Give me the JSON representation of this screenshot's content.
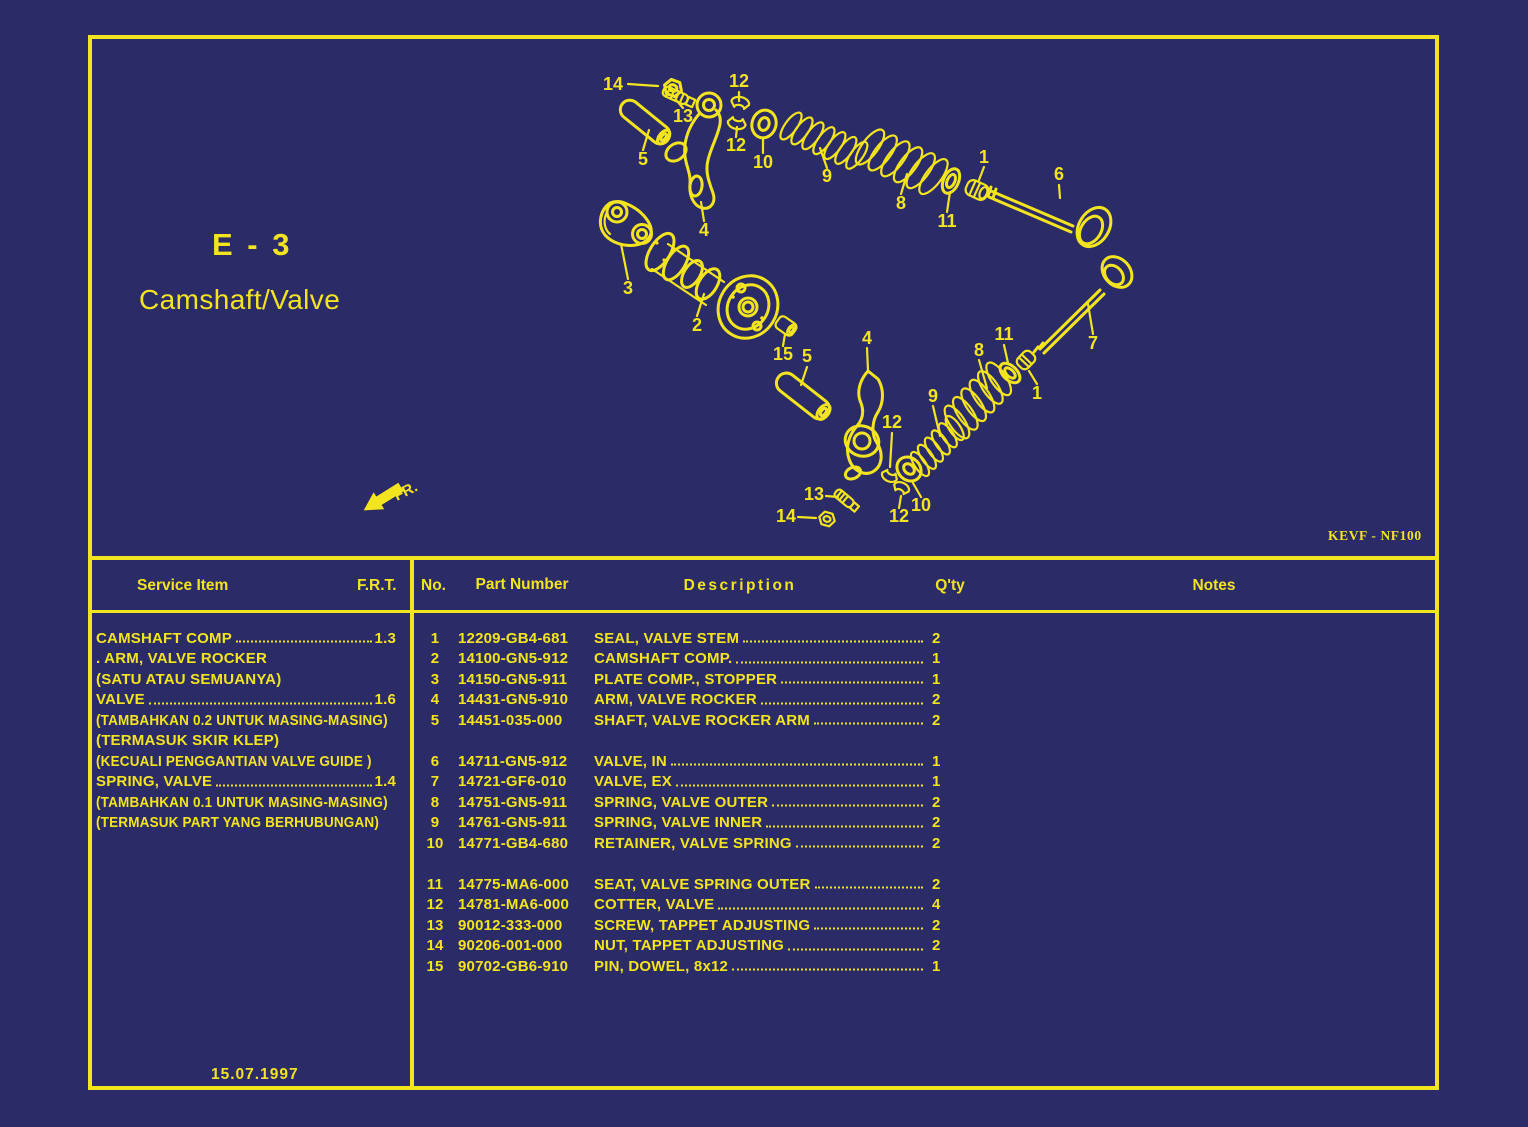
{
  "colors": {
    "background": "#2B2B68",
    "accent": "#F2E41E"
  },
  "header": {
    "section_code": "E - 3",
    "section_title": "Camshaft/Valve",
    "doc_code": "KEVF - NF100",
    "fr_label": "FR.",
    "date": "15.07.1997"
  },
  "service_table": {
    "item_header": "Service Item",
    "frt_header": "F.R.T.",
    "lines": [
      {
        "text": "CAMSHAFT COMP",
        "frt": "1.3"
      },
      {
        "text": ". ARM, VALVE ROCKER"
      },
      {
        "text": "(SATU ATAU SEMUANYA)"
      },
      {
        "text": "VALVE",
        "frt": "1.6"
      },
      {
        "text": "(TAMBAHKAN 0.2 UNTUK MASING-MASING)"
      },
      {
        "text": "(TERMASUK SKIR KLEP)"
      },
      {
        "text": "(KECUALI PENGGANTIAN VALVE GUIDE )"
      },
      {
        "text": "SPRING, VALVE",
        "frt": "1.4"
      },
      {
        "text": "(TAMBAHKAN 0.1 UNTUK MASING-MASING)"
      },
      {
        "text": "(TERMASUK PART YANG BERHUBUNGAN)"
      }
    ]
  },
  "parts_table": {
    "headers": {
      "no": "No.",
      "part_number": "Part Number",
      "description": "Description",
      "qty": "Q'ty",
      "notes": "Notes"
    },
    "rows": [
      {
        "no": "1",
        "part_number": "12209-GB4-681",
        "description": "SEAL, VALVE STEM",
        "qty": "2"
      },
      {
        "no": "2",
        "part_number": "14100-GN5-912",
        "description": "CAMSHAFT COMP.",
        "qty": "1"
      },
      {
        "no": "3",
        "part_number": "14150-GN5-911",
        "description": "PLATE COMP., STOPPER",
        "qty": "1"
      },
      {
        "no": "4",
        "part_number": "14431-GN5-910",
        "description": "ARM, VALVE ROCKER",
        "qty": "2"
      },
      {
        "no": "5",
        "part_number": "14451-035-000",
        "description": "SHAFT, VALVE ROCKER ARM",
        "qty": "2"
      },
      {
        "no": "6",
        "part_number": "14711-GN5-912",
        "description": "VALVE, IN",
        "qty": "1"
      },
      {
        "no": "7",
        "part_number": "14721-GF6-010",
        "description": "VALVE, EX",
        "qty": "1"
      },
      {
        "no": "8",
        "part_number": "14751-GN5-911",
        "description": "SPRING, VALVE OUTER",
        "qty": "2"
      },
      {
        "no": "9",
        "part_number": "14761-GN5-911",
        "description": "SPRING, VALVE INNER",
        "qty": "2"
      },
      {
        "no": "10",
        "part_number": "14771-GB4-680",
        "description": "RETAINER, VALVE SPRING",
        "qty": "2"
      },
      {
        "no": "11",
        "part_number": "14775-MA6-000",
        "description": "SEAT, VALVE SPRING OUTER",
        "qty": "2"
      },
      {
        "no": "12",
        "part_number": "14781-MA6-000",
        "description": "COTTER, VALVE",
        "qty": "4"
      },
      {
        "no": "13",
        "part_number": "90012-333-000",
        "description": "SCREW, TAPPET ADJUSTING",
        "qty": "2"
      },
      {
        "no": "14",
        "part_number": "90206-001-000",
        "description": "NUT, TAPPET ADJUSTING",
        "qty": "2"
      },
      {
        "no": "15",
        "part_number": "90702-GB6-910",
        "description": "PIN, DOWEL, 8x12",
        "qty": "1"
      }
    ]
  },
  "diagram": {
    "labels": [
      "14",
      "13",
      "5",
      "4",
      "12",
      "12",
      "10",
      "9",
      "8",
      "11",
      "1",
      "6",
      "3",
      "2",
      "15",
      "5",
      "4",
      "12",
      "9",
      "8",
      "11",
      "1",
      "7",
      "13",
      "14",
      "12",
      "10"
    ]
  }
}
